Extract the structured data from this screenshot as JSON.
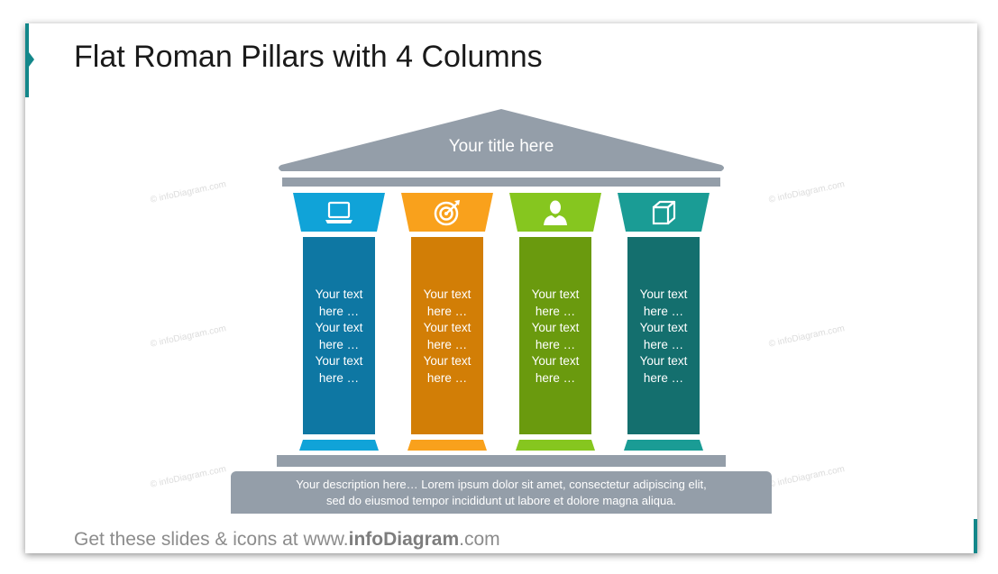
{
  "slide": {
    "title": "Flat Roman Pillars with 4 Columns"
  },
  "watermark": "© infoDiagram.com",
  "roof": {
    "title": "Your title here",
    "color": "#949ea9"
  },
  "pillars": [
    {
      "icon": "laptop-icon",
      "color_capital": "#10a3d8",
      "color_shaft": "#0e77a3",
      "color_base": "#10a3d8",
      "lines": [
        "Your text",
        "here …",
        "Your text",
        "here …",
        "Your text",
        "here …"
      ]
    },
    {
      "icon": "target-icon",
      "color_capital": "#f9a11c",
      "color_shaft": "#d27e06",
      "color_base": "#f9a11c",
      "lines": [
        "Your text",
        "here …",
        "Your text",
        "here …",
        "Your text",
        "here …"
      ]
    },
    {
      "icon": "person-icon",
      "color_capital": "#86c61f",
      "color_shaft": "#6a9a0e",
      "color_base": "#86c61f",
      "lines": [
        "Your text",
        "here …",
        "Your text",
        "here …",
        "Your text",
        "here …"
      ]
    },
    {
      "icon": "box-icon",
      "color_capital": "#1a9c95",
      "color_shaft": "#146f6e",
      "color_base": "#1a9c95",
      "lines": [
        "Your text",
        "here …",
        "Your text",
        "here …",
        "Your text",
        "here …"
      ]
    }
  ],
  "description": {
    "line1": "Your description here… Lorem ipsum dolor sit amet, consectetur adipiscing elit,",
    "line2": "sed do eiusmod tempor incididunt ut labore et dolore magna aliqua."
  },
  "footer": {
    "prefix": "Get these slides & icons at www.",
    "brand": "infoDiagram",
    "suffix": ".com"
  },
  "colors": {
    "accent": "#13878a",
    "structure_gray": "#949ea9"
  }
}
